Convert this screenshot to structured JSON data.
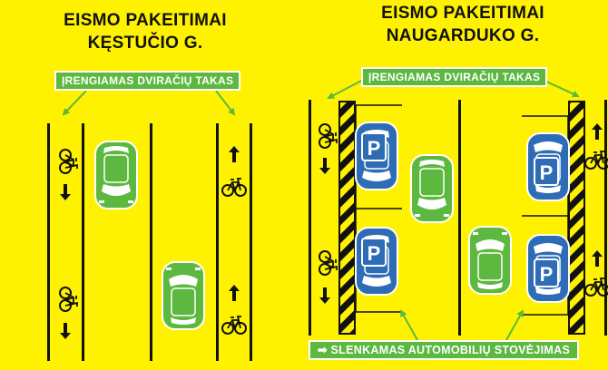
{
  "left": {
    "title_line1": "EISMO PAKEITIMAI",
    "title_line2": "KĘSTUČIO G.",
    "label": "ĮRENGIAMAS DVIRAČIŲ TAKAS"
  },
  "right": {
    "title_line1": "EISMO PAKEITIMAI",
    "title_line2": "NAUGARDUKO G.",
    "label": "ĮRENGIAMAS DVIRAČIŲ TAKAS",
    "bottom_label": "SLENKAMAS AUTOMOBILIŲ STOVĖJIMAS",
    "parking_letter": "P"
  },
  "colors": {
    "background": "#fff200",
    "label_green": "#5cb83f",
    "car_green": "#5cb83f",
    "car_blue": "#2e6db5",
    "line_black": "#111111"
  },
  "icons": [
    "bicycle-icon",
    "arrow-up-icon",
    "arrow-down-icon",
    "arrow-right-icon",
    "car-icon",
    "parking-icon"
  ]
}
